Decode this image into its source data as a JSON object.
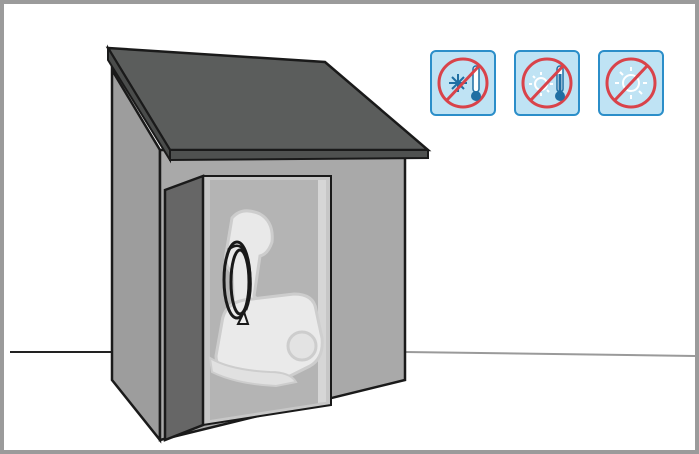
{
  "illustration": {
    "subject": "storage-shed-with-pool-cleaner",
    "colors": {
      "frame": "#9b9b9b",
      "roof": "#5a5c5b",
      "shed_wall": "#a5a5a5",
      "shed_outline": "#1a1a1a",
      "door": "#656565",
      "interior": "#b3b3b3",
      "robot": "#e8e8e8",
      "cable": "#111111",
      "icon_fill": "#bfe3f4",
      "icon_border": "#2b8ec9",
      "prohibit": "#d9434a"
    }
  },
  "warning_icons": [
    {
      "icon": "no-frost-icon",
      "meaning": "freezing"
    },
    {
      "icon": "no-heat-icon",
      "meaning": "hot-temperature"
    },
    {
      "icon": "no-direct-sun-icon",
      "meaning": "sun"
    }
  ]
}
